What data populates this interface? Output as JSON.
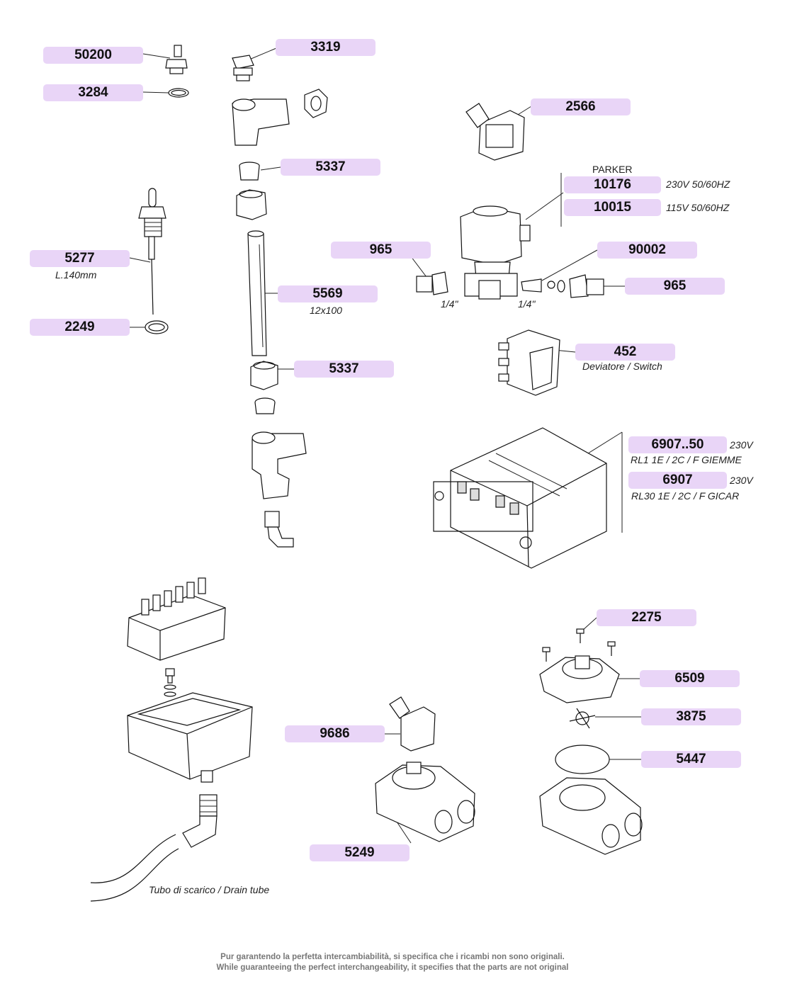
{
  "parts": {
    "p50200": "50200",
    "p3284": "3284",
    "p3319": "3319",
    "p2566": "2566",
    "p5337a": "5337",
    "p10176": "10176",
    "p10015": "10015",
    "p5277": "5277",
    "p965a": "965",
    "p90002": "90002",
    "p965b": "965",
    "p5569": "5569",
    "p2249": "2249",
    "p452": "452",
    "p5337b": "5337",
    "p6907_50": "6907..50",
    "p6907": "6907",
    "p2275": "2275",
    "p6509": "6509",
    "p3875": "3875",
    "p9686": "9686",
    "p5447": "5447",
    "p5249": "5249"
  },
  "notes": {
    "parker": "PARKER",
    "v230_5060": "230V 50/60HZ",
    "v115_5060": "115V 50/60HZ",
    "l140": "L.140mm",
    "size_12x100": "12x100",
    "thread_a": "1/4\"",
    "thread_b": "1/4\"",
    "switch": "Deviatore / Switch",
    "v230_a": "230V",
    "rl1": "RL1 1E / 2C / F GIEMME",
    "v230_b": "230V",
    "rl30": "RL30 1E / 2C / F GICAR",
    "drain": "Tubo di scarico / Drain tube"
  },
  "footer": {
    "line_it": "Pur garantendo la perfetta intercambiabilità, si specifica che i ricambi non sono originali.",
    "line_en": "While guaranteeing the perfect interchangeability, it specifies that the parts are not original"
  },
  "colors": {
    "tag_fill": "#e9d5f7",
    "line": "#111111",
    "footer_text": "#777777"
  }
}
